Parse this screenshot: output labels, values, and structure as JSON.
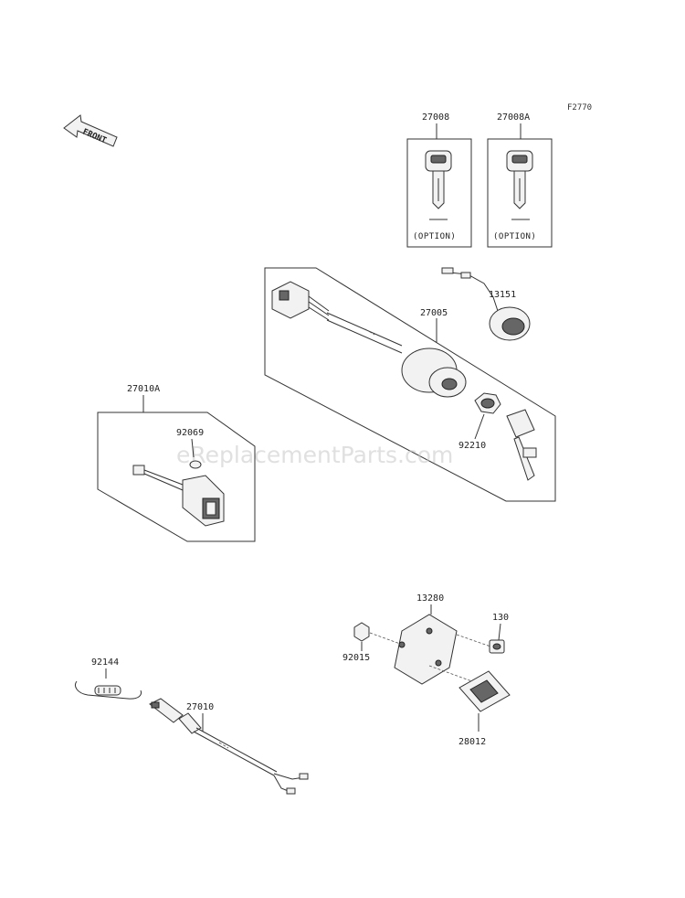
{
  "diagram": {
    "code": "F2770",
    "front_label": "FRONT",
    "watermark": "eReplacementParts.com",
    "option_label": "(OPTION)",
    "parts": {
      "p27008": "27008",
      "p27008A": "27008A",
      "p13151": "13151",
      "p27005": "27005",
      "p92210": "92210",
      "p27010A": "27010A",
      "p92069": "92069",
      "p13280": "13280",
      "p130": "130",
      "p92015": "92015",
      "p28012": "28012",
      "p92144": "92144",
      "p27010": "27010"
    }
  }
}
